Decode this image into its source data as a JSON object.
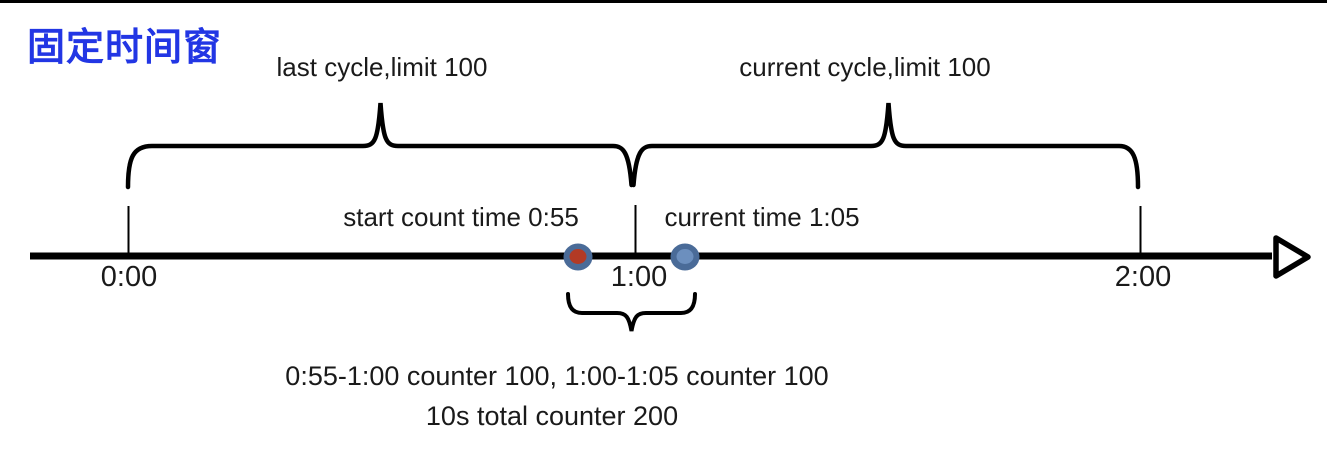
{
  "title": {
    "text": "固定时间窗",
    "color": "#2236E4"
  },
  "braces": {
    "last_cycle_label": "last cycle,limit 100",
    "current_cycle_label": "current cycle,limit 100"
  },
  "timeline": {
    "ticks": [
      "0:00",
      "1:00",
      "2:00"
    ],
    "start_count_label": "start count time 0:55",
    "current_time_label": "current time 1:05"
  },
  "summary": {
    "line1": "0:55-1:00 counter 100, 1:00-1:05 counter 100",
    "line2": "10s total counter 200"
  },
  "colors": {
    "line": "#000000",
    "dot_ring": "#4A6B98",
    "start_dot_fill": "#B23A25",
    "current_dot_fill": "#6C8FBE",
    "arrow_fill": "#ffffff"
  }
}
